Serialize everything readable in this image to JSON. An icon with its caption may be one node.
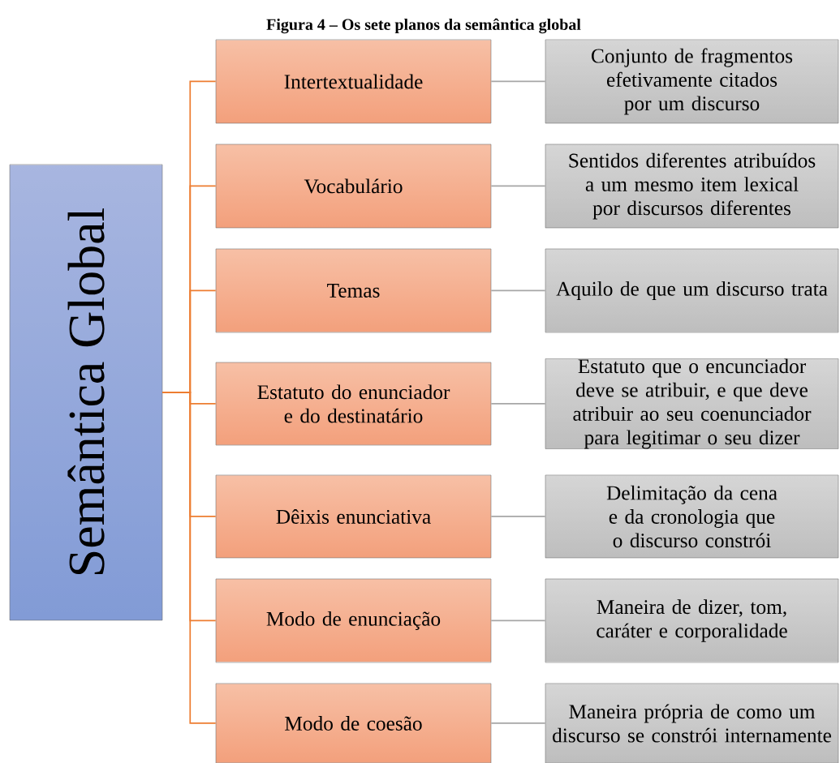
{
  "diagram": {
    "title": "Figura 4 – Os sete planos da semântica global",
    "nodes": [
      {
        "text": [
          "Semântica Global"
        ]
      },
      {
        "text": [
          "Intertextualidade"
        ]
      },
      {
        "text": [
          "Conjunto de fragmentos efetivamente citados por um discurso"
        ]
      },
      {
        "text": [
          "Vocabulário"
        ]
      },
      {
        "text": [
          "Sentidos diferentes atribuídos a um mesmo item lexical por discursos diferentes"
        ]
      },
      {
        "text": [
          "Temas"
        ]
      },
      {
        "text": [
          "Aquilo de que um discurso trata"
        ]
      },
      {
        "text": [
          "Estatuto do enunciador e do destinatário"
        ]
      },
      {
        "text": [
          "Estatuto que o encunciador deve se atribuir, e que deve atribuir ao seu coenunciador para legitimar o seu dizer"
        ]
      },
      {
        "text": [
          "Dêixis enunciativa"
        ]
      },
      {
        "text": [
          "Delimitação da cena e da cronologia que o discurso constrói"
        ]
      },
      {
        "text": [
          "Modo de enunciação"
        ]
      },
      {
        "text": [
          "Maneira de dizer, tom, caráter e corporalidade"
        ]
      },
      {
        "text": [
          "Modo de coesão"
        ]
      },
      {
        "text": [
          "Maneira própria de como um discurso se constrói internamente"
        ]
      }
    ],
    "edges": [
      {
        "from": 0,
        "to": 1,
        "arrow": "none",
        "color": "#ed7d31"
      },
      {
        "from": 0,
        "to": 3,
        "arrow": "none",
        "color": "#ed7d31"
      },
      {
        "from": 0,
        "to": 5,
        "arrow": "none",
        "color": "#ed7d31"
      },
      {
        "from": 0,
        "to": 7,
        "arrow": "none",
        "color": "#ed7d31"
      },
      {
        "from": 0,
        "to": 9,
        "arrow": "none",
        "color": "#ed7d31"
      },
      {
        "from": 0,
        "to": 11,
        "arrow": "none",
        "color": "#ed7d31"
      },
      {
        "from": 0,
        "to": 13,
        "arrow": "none",
        "color": "#ed7d31"
      },
      {
        "from": 1,
        "to": 2,
        "arrow": "none",
        "color": "#a6a6a6"
      },
      {
        "from": 3,
        "to": 4,
        "arrow": "none",
        "color": "#a6a6a6"
      },
      {
        "from": 5,
        "to": 6,
        "arrow": "none",
        "color": "#a6a6a6"
      },
      {
        "from": 7,
        "to": 8,
        "arrow": "none",
        "color": "#a6a6a6"
      },
      {
        "from": 9,
        "to": 10,
        "arrow": "none",
        "color": "#a6a6a6"
      },
      {
        "from": 11,
        "to": 12,
        "arrow": "none",
        "color": "#a6a6a6"
      },
      {
        "from": 13,
        "to": 14,
        "arrow": "none",
        "color": "#a6a6a6"
      }
    ]
  }
}
